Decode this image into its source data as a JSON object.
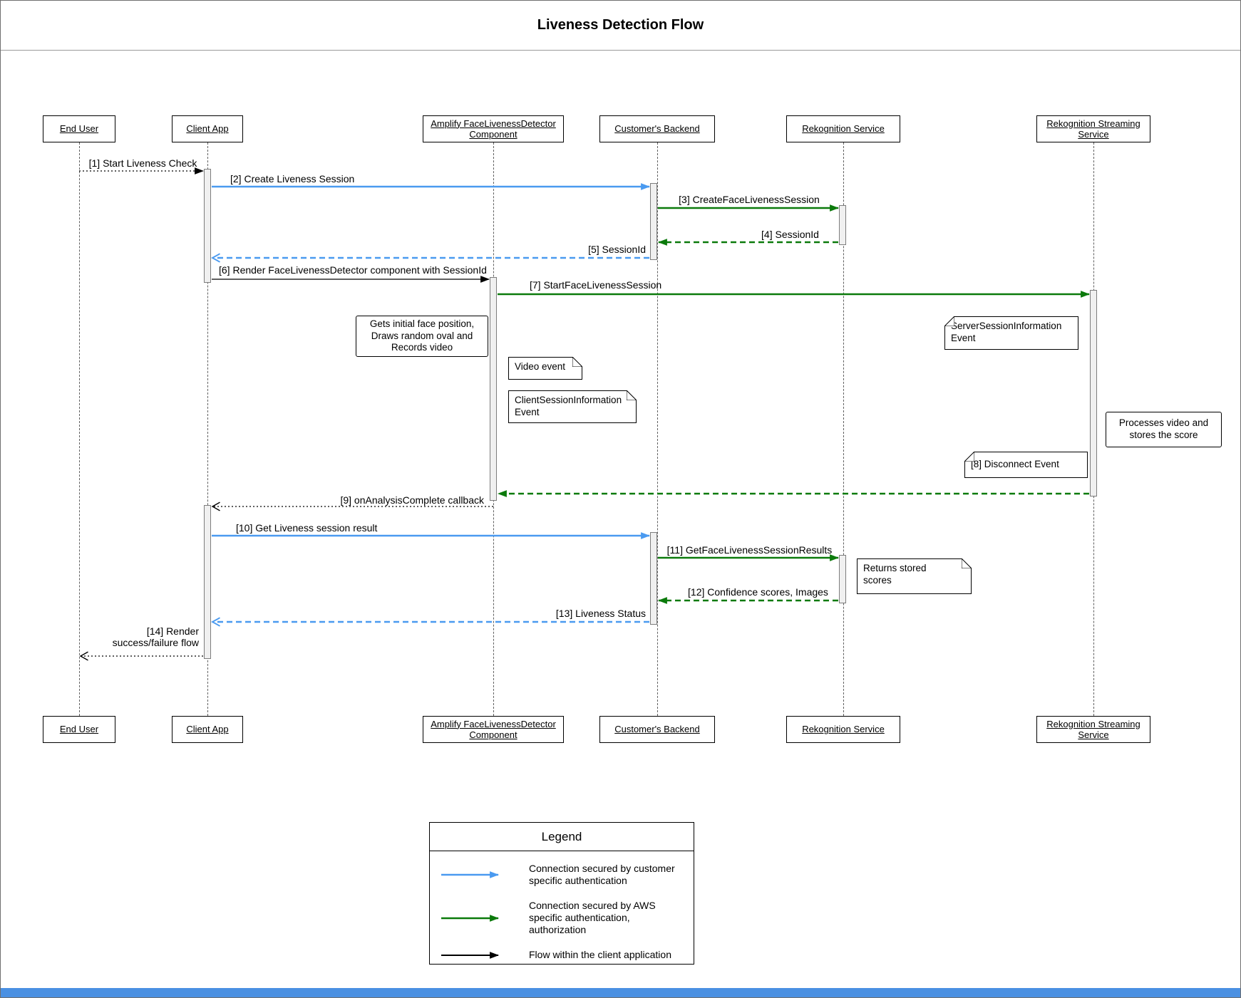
{
  "title": "Liveness Detection Flow",
  "actors": [
    {
      "label": "End User"
    },
    {
      "label": "Client App"
    },
    {
      "label": "Amplify FaceLivenessDetector Component"
    },
    {
      "label": "Customer's Backend"
    },
    {
      "label": "Rekognition Service"
    },
    {
      "label": "Rekognition Streaming Service"
    }
  ],
  "messages": {
    "m1": "[1] Start Liveness Check",
    "m2": "[2] Create Liveness Session",
    "m3": "[3] CreateFaceLivenessSession",
    "m4": "[4] SessionId",
    "m5": "[5] SessionId",
    "m6": "[6] Render FaceLivenessDetector component with SessionId",
    "m7": "[7] StartFaceLivenessSession",
    "m9": "[9] onAnalysisComplete callback",
    "m10": "[10] Get Liveness session result",
    "m11": "[11] GetFaceLivenessSessionResults",
    "m12": "[12] Confidence scores, Images",
    "m13": "[13] Liveness Status",
    "m14": "[14] Render\nsuccess/failure flow"
  },
  "notes": {
    "face_position": "Gets initial face position,\nDraws random oval and\nRecords video",
    "server_session": "ServerSessionInformation\nEvent",
    "video_event": "Video event",
    "client_session": "ClientSessionInformation\nEvent",
    "processes": "Processes video and\nstores the score",
    "disconnect": "[8] Disconnect Event",
    "returns": "Returns stored\nscores"
  },
  "legend": {
    "title": "Legend",
    "items": [
      {
        "label": "Connection secured by customer specific authentication",
        "color": "#4a9af0"
      },
      {
        "label": "Connection secured by AWS specific authentication, authorization",
        "color": "#0b7a0b"
      },
      {
        "label": "Flow within the client application",
        "color": "#000000"
      }
    ]
  },
  "colors": {
    "customer_auth_blue": "#4a9af0",
    "aws_auth_green": "#0b7a0b",
    "client_flow_black": "#000000",
    "bottom_bar_blue": "#4a90e2"
  }
}
